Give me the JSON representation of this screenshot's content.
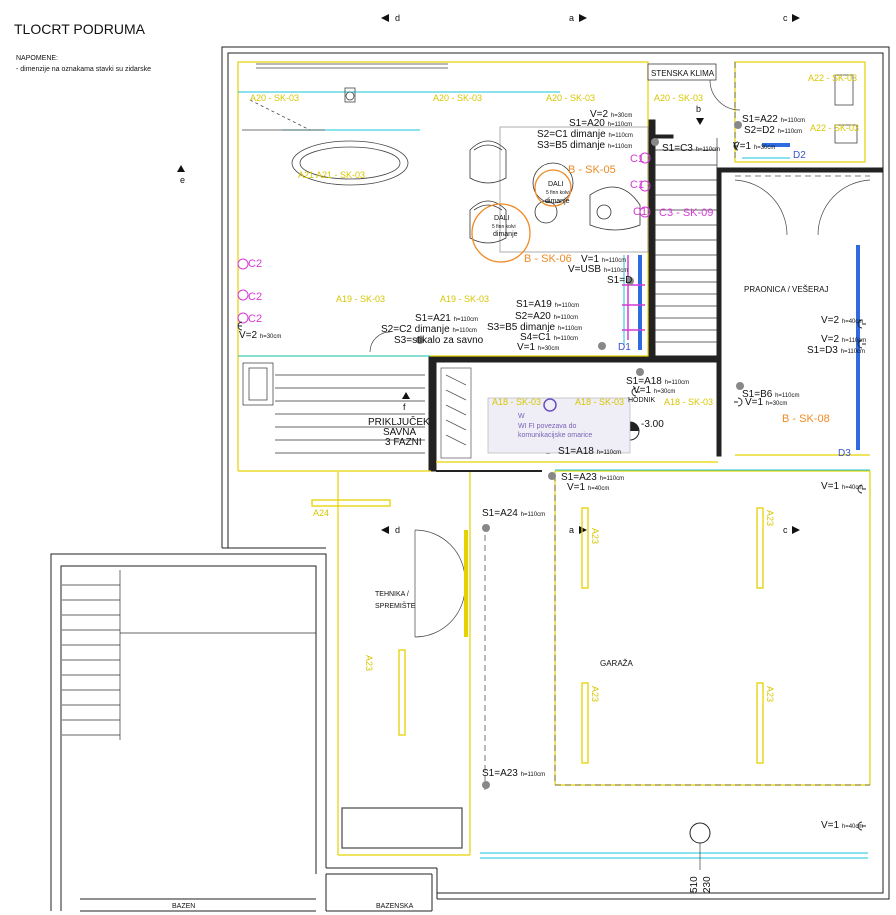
{
  "title": "TLOCRT PODRUMA",
  "notes": {
    "heading": "NAPOMENE:",
    "line1": "- dimenzije na oznakama stavki su zidarske"
  },
  "section_markers": {
    "d": "d",
    "a": "a",
    "c": "c",
    "b": "b",
    "e": "e",
    "f": "f"
  },
  "rooms": {
    "stenska_klima": "STENSKA KLIMA",
    "praonica": "PRAONICA / VEŠERAJ",
    "hodnik": "HODNIK",
    "tehnika_1": "TEHNIKA /",
    "tehnika_2": "SPREMIŠTE",
    "garaza": "GARAŽA",
    "bazen": "BAZEN",
    "bazenska": "BAZENSKA",
    "dali_1": "DALI",
    "dali_1b": "5 finn kolvi",
    "dali_1c": "dimanje",
    "dali_2": "DALI",
    "dali_2b": "5 finn kolvi",
    "dali_2c": "dimanje"
  },
  "level": "-3.00",
  "dims": {
    "d510": "510",
    "d230": "230"
  },
  "fixtures": {
    "a20_1": "A20 - SK-03",
    "a20_2": "A20 - SK-03",
    "a20_3": "A20 - SK-03",
    "a20_4": "A20 - SK-03",
    "a21": "A21 A21 - SK-03",
    "a22_1": "A22 - SK-03",
    "a22_2": "A22 - SK-03",
    "a19_1": "A19 - SK-03",
    "a19_2": "A19 - SK-03",
    "a18_1": "A18 - SK-03",
    "a18_2": "A18 - SK-03",
    "a18_3": "A18 - SK-03",
    "a24": "A24",
    "a23": "A23",
    "a23b": "A23",
    "a23c": "A23",
    "a23d": "A23",
    "a23e": "A23",
    "b_sk05": "B - SK-05",
    "b_sk06": "B - SK-06",
    "b_sk08": "B - SK-08",
    "c3_sk09": "C3 - SK-09",
    "c2_1": "C2",
    "c2_2": "C2",
    "c2_3": "C2",
    "c1_1": "C1",
    "c1_2": "C1",
    "c1_3": "C1",
    "d1": "D1",
    "d2": "D2",
    "d3": "D3",
    "wifi_w": "W",
    "wifi_1": "WI FI povezava do",
    "wifi_2": "komunikacijske omarice"
  },
  "sockets": {
    "v2_top": "V=2",
    "v2_top_h": "h=30cm",
    "s1a20": "S1=A20",
    "s1a20_h": "h=110cm",
    "s2c1": "S2=C1 dimanje",
    "s2c1_h": "h=110cm",
    "s3b5": "S3=B5 dimanje",
    "s3b5_h": "h=110cm",
    "s1c3": "S1=C3",
    "s1c3_h": "h=110cm",
    "s1a22": "S1=A22",
    "s1a22_h": "h=110cm",
    "s2d2": "S2=D2",
    "s2d2_h": "h=110cm",
    "v1_a": "V=1",
    "v1_a_h": "h=30cm",
    "v1_b": "V=1",
    "v1_b_h": "h=110cm",
    "v_usb": "V=USB",
    "v_usb_h": "h=110cm",
    "s1d": "S1=D",
    "s1a19": "S1=A19",
    "s1a19_h": "h=110cm",
    "s2a20": "S2=A20",
    "s2a20_h": "h=110cm",
    "s3b5b": "S3=B5 dimanje",
    "s3b5b_h": "h=110cm",
    "s4c1": "S4=C1",
    "s4c1_h": "h=110cm",
    "v1_c": "V=1",
    "v1_c_h": "h=30cm",
    "s1a21": "S1=A21",
    "s1a21_h": "h=110cm",
    "s2c2": "S2=C2 dimanje",
    "s2c2_h": "h=110cm",
    "s3savno": "S3=stikalo za savno",
    "v2_left": "V=2",
    "v2_left_h": "h=30cm",
    "prik_1": "PRIKLJUČEK",
    "prik_2": "SAVNA",
    "prik_3": "3 FAZNI",
    "s1a18": "S1=A18",
    "s1a18_h": "h=110cm",
    "v1_d": "V=1",
    "v1_d_h": "h=30cm",
    "s1a18b": "S1=A18",
    "s1a18b_h": "h=110cm",
    "s1b6": "S1=B6",
    "s1b6_h": "h=110cm",
    "v1_e": "V=1",
    "v1_e_h": "h=30cm",
    "v2_r1": "V=2",
    "v2_r1_h": "h=40cm",
    "v2_r2": "V=2",
    "v2_r2_h": "h=110cm",
    "s1d3": "S1=D3",
    "s1d3_h": "h=110cm",
    "s1a23": "S1=A23",
    "s1a23_h": "h=110cm",
    "v1_f": "V=1",
    "v1_f_h": "h=40cm",
    "v1_g": "V=1",
    "v1_g_h": "h=40cm",
    "s1a24": "S1=A24",
    "s1a24_h": "h=110cm",
    "s1a23b": "S1=A23",
    "s1a23b_h": "h=110cm",
    "v1_h": "V=1",
    "v1_h_h": "h=40cm"
  },
  "colors": {
    "wall": "#222222",
    "light": "#e6d200",
    "cyan": "#19c6d8",
    "orange": "#f08a24",
    "magenta": "#d43ad6",
    "blue": "#2f6be0",
    "grey": "#888888"
  }
}
